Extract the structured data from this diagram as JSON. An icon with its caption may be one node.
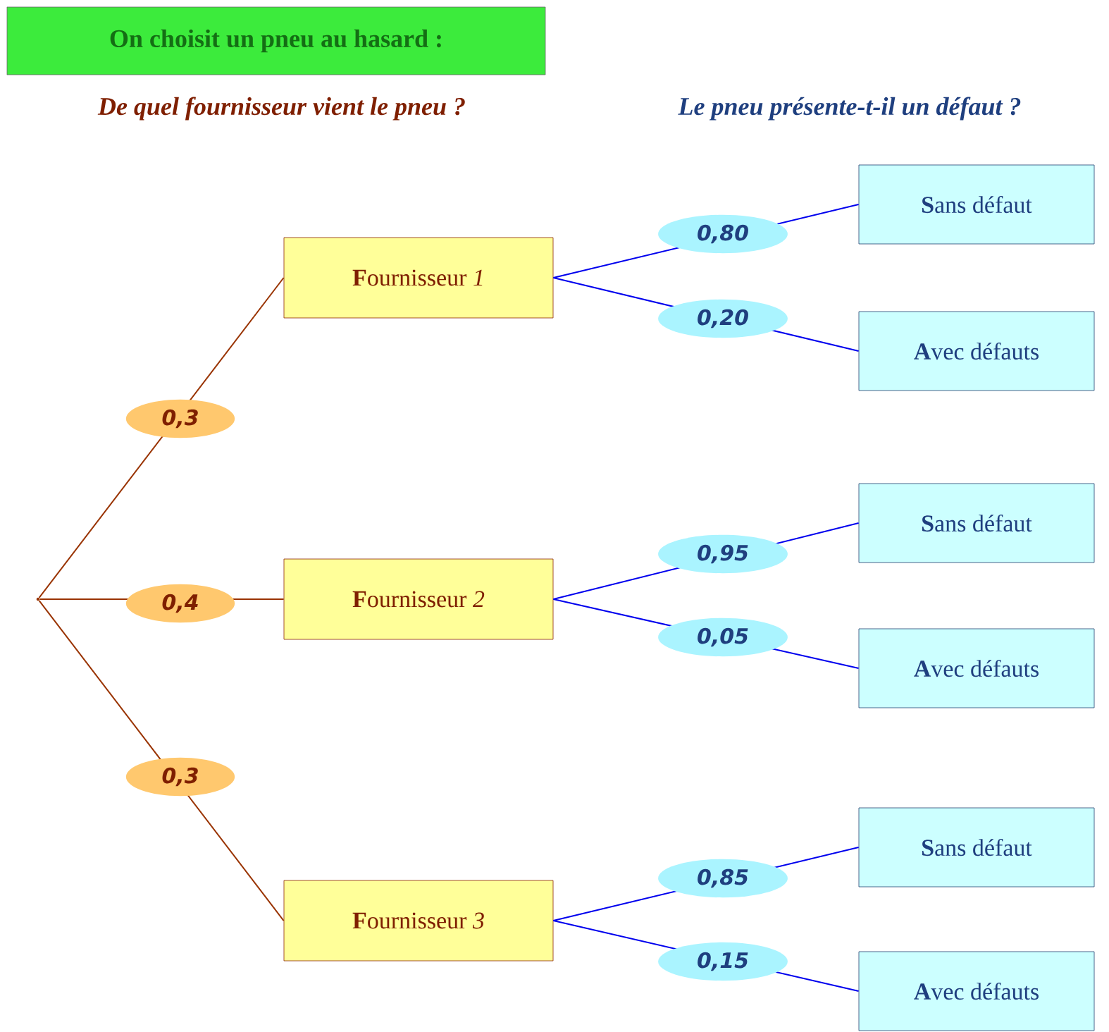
{
  "diagram": {
    "title": "On choisit un pneu au hasard :",
    "nodes": [
      {
        "text": [],
        "shape": "point"
      },
      {
        "text": [
          "**F**ournisseur *1*"
        ]
      },
      {
        "text": [
          "**S**ans défaut"
        ]
      },
      {
        "text": [
          "**A**vec défauts"
        ]
      },
      {
        "text": [
          "**F**ournisseur *2*"
        ]
      },
      {
        "text": [
          "**S**ans défaut"
        ]
      },
      {
        "text": [
          "**A**vec défauts"
        ]
      },
      {
        "text": [
          "**F**ournisseur *3*"
        ]
      },
      {
        "text": [
          "**S**ans défaut"
        ]
      },
      {
        "text": [
          "**A**vec défauts"
        ]
      }
    ],
    "edges": [
      {
        "from": 0,
        "to": 1,
        "arrow": "none",
        "label": "0,3",
        "color": "#993300"
      },
      {
        "from": 0,
        "to": 4,
        "arrow": "none",
        "label": "0,4",
        "color": "#993300"
      },
      {
        "from": 0,
        "to": 7,
        "arrow": "none",
        "label": "0,3",
        "color": "#993300"
      },
      {
        "from": 1,
        "to": 2,
        "arrow": "none",
        "label": "0,80"
      },
      {
        "from": 1,
        "to": 3,
        "arrow": "none",
        "label": "0,20"
      },
      {
        "from": 4,
        "to": 5,
        "arrow": "none",
        "label": "0,95"
      },
      {
        "from": 4,
        "to": 6,
        "arrow": "none",
        "label": "0,05"
      },
      {
        "from": 7,
        "to": 8,
        "arrow": "none",
        "label": "0,85"
      },
      {
        "from": 7,
        "to": 9,
        "arrow": "none",
        "label": "0,15"
      }
    ],
    "labels": [
      "De quel fournisseur vient le pneu ?",
      "Le pneu présente-t-il un défaut ?"
    ]
  }
}
